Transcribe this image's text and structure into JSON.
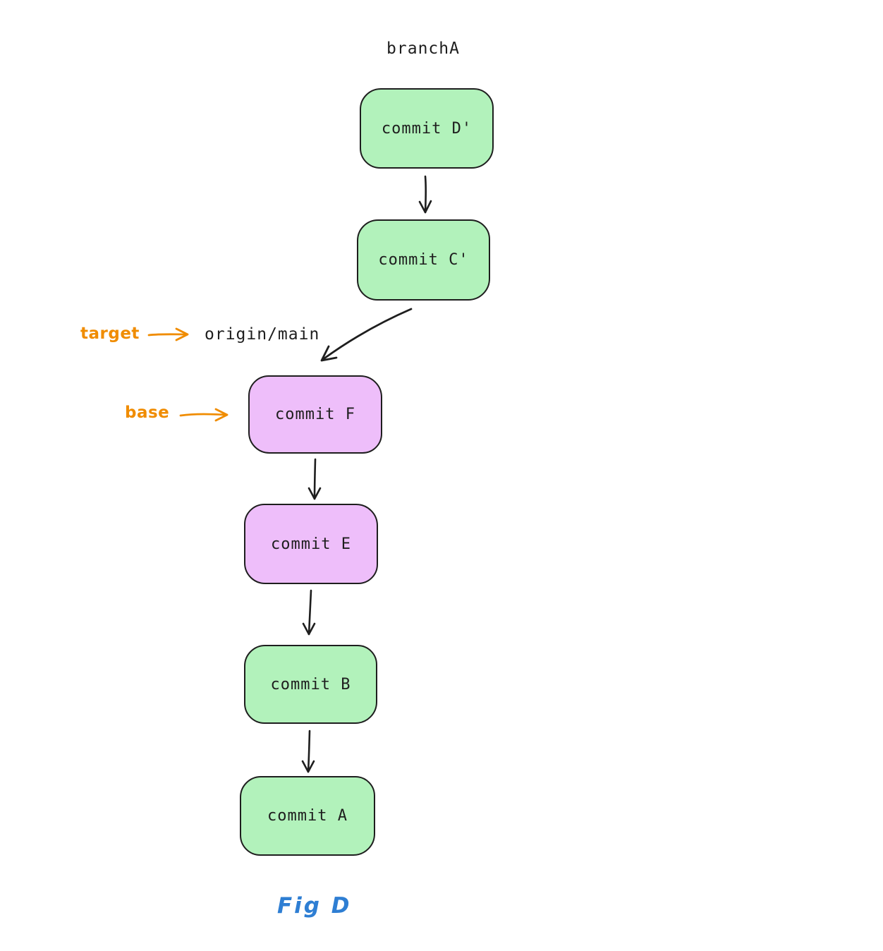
{
  "branch_label": "branchA",
  "ref_label": "origin/main",
  "annotations": {
    "target_label": "target",
    "base_label": "base"
  },
  "nodes": [
    {
      "id": "commit-d-prime",
      "label": "commit D'",
      "fill": "#b2f2bb"
    },
    {
      "id": "commit-c-prime",
      "label": "commit C'",
      "fill": "#b2f2bb"
    },
    {
      "id": "commit-f",
      "label": "commit F",
      "fill": "#eebefa"
    },
    {
      "id": "commit-e",
      "label": "commit E",
      "fill": "#eebefa"
    },
    {
      "id": "commit-b",
      "label": "commit B",
      "fill": "#b2f2bb"
    },
    {
      "id": "commit-a",
      "label": "commit A",
      "fill": "#b2f2bb"
    }
  ],
  "edges": [
    {
      "from": "commit D'",
      "to": "commit C'"
    },
    {
      "from": "commit C'",
      "to": "commit F"
    },
    {
      "from": "commit F",
      "to": "commit E"
    },
    {
      "from": "commit E",
      "to": "commit B"
    },
    {
      "from": "commit B",
      "to": "commit A"
    },
    {
      "from": "target",
      "to": "origin/main"
    },
    {
      "from": "base",
      "to": "commit F"
    }
  ],
  "caption": "Fig D",
  "colors": {
    "green_fill": "#b2f2bb",
    "purple_fill": "#eebefa",
    "stroke": "#1e1e1e",
    "annotation_orange": "#f08c00",
    "caption_blue": "#2e7ed3",
    "background": "#ffffff"
  }
}
